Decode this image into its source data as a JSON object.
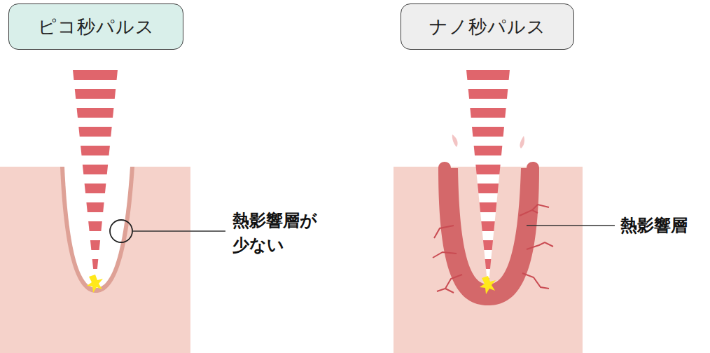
{
  "diagram": {
    "nodes": [
      {
        "text": [
          "ピコ秒パルス"
        ]
      },
      {
        "text": [
          "ナノ秒パルス"
        ]
      }
    ],
    "labels": [
      "熱影響層が 少ない",
      "熱影響層"
    ]
  }
}
